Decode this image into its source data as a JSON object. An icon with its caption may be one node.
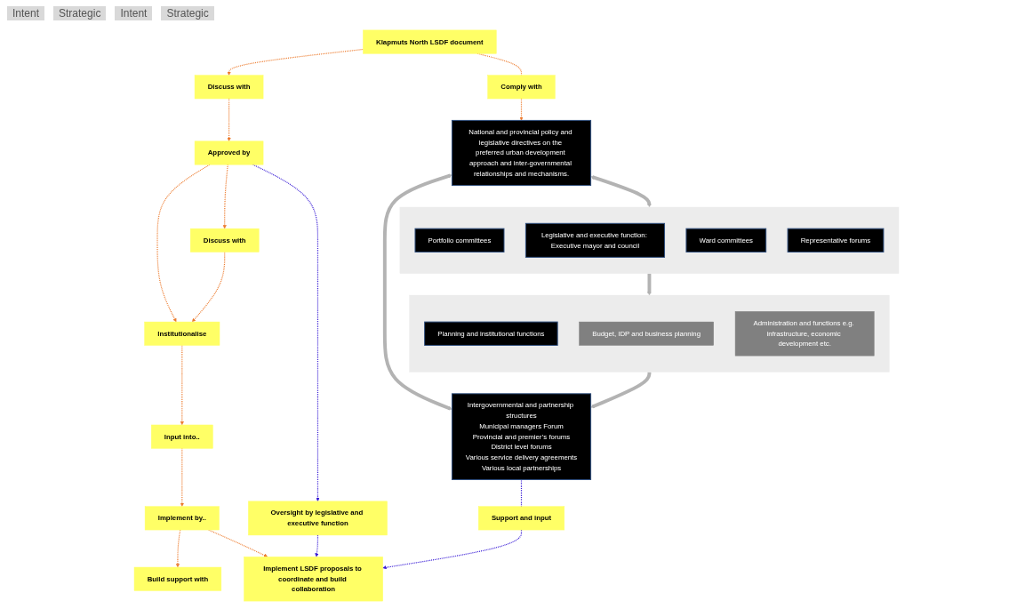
{
  "diagram": {
    "nodes": [
      {
        "text": [
          "National and provincial policy and legislative directives on the preferred urban development approach and inter-governmental relationships and mechanisms."
        ]
      },
      {
        "text": [
          "Klapmuts North LSDF document"
        ]
      },
      {
        "text": [
          "Comply with"
        ]
      },
      {
        "text": [
          "Discuss with"
        ]
      },
      {
        "text": [],
        "shape": "box"
      },
      {
        "text": [
          "Portfolio committees"
        ],
        "in": 4
      },
      {
        "text": [
          "Approved by"
        ]
      },
      {
        "text": [
          "Legislative and executive function: Executive mayor and council"
        ],
        "in": 4
      },
      {
        "text": [
          "Discuss with"
        ]
      },
      {
        "text": [
          "Ward committees"
        ],
        "in": 4
      },
      {
        "text": [
          "Representative forums"
        ],
        "in": 4
      },
      {
        "text": [
          "Institutionalise"
        ]
      },
      {
        "text": [],
        "shape": "box"
      },
      {
        "text": [
          "Planning and institutional functions"
        ],
        "in": 12
      },
      {
        "text": [
          "Input into.."
        ]
      },
      {
        "text": [
          "Budget, IDP and business planning"
        ],
        "in": 12
      },
      {
        "text": [
          "Implement by.."
        ]
      },
      {
        "text": [
          "Administration and functions e.g. infrastructure, economic development etc."
        ],
        "in": 12
      },
      {
        "text": [
          "Build support with"
        ]
      },
      {
        "text": [
          "Intergovernmental and partnership structures",
          "Municipal managers Forum",
          "Provincial and premier’s forums",
          "District level forums",
          "Various service delivery agreements",
          "Various local partnerships"
        ]
      },
      {
        "text": [
          "Oversight by legislative and executive function"
        ]
      },
      {
        "text": [
          "Implement LSDF proposals to coordinate and build collaboration"
        ]
      },
      {
        "text": [
          "Support and input"
        ]
      }
    ],
    "edges": [
      {
        "from": 0,
        "to": 4,
        "arrow": "both",
        "style": "thick",
        "color": "#b3b3b3"
      },
      {
        "from": 0,
        "to": 19,
        "arrow": "both",
        "style": "thick",
        "color": "#b3b3b3"
      },
      {
        "from": 1,
        "to": 3,
        "arrow": "to",
        "style": "dashed"
      },
      {
        "from": 1,
        "to": 2,
        "arrow": "none",
        "style": "dashed"
      },
      {
        "from": 2,
        "to": 0,
        "arrow": "to",
        "style": "dashed"
      },
      {
        "from": 3,
        "to": 6,
        "arrow": "to",
        "style": "dashed"
      },
      {
        "from": 6,
        "to": 8,
        "arrow": "to",
        "style": "dashed"
      },
      {
        "from": 6,
        "to": 11,
        "arrow": "to",
        "style": "dashed"
      },
      {
        "from": 8,
        "to": 11,
        "arrow": "to",
        "style": "dashed"
      },
      {
        "from": 4,
        "to": 12,
        "arrow": "to",
        "style": "thick",
        "color": "#b3b3b3"
      },
      {
        "from": 11,
        "to": 14,
        "arrow": "to",
        "style": "dashed"
      },
      {
        "from": 14,
        "to": 16,
        "arrow": "to",
        "style": "dashed"
      },
      {
        "from": 16,
        "to": 18,
        "arrow": "to",
        "style": "dashed"
      },
      {
        "from": 12,
        "to": 19,
        "arrow": "to",
        "style": "thick",
        "color": "#b3b3b3"
      },
      {
        "from": 16,
        "to": 21,
        "arrow": "to",
        "style": "dashed"
      },
      {
        "from": 6,
        "to": 20,
        "arrow": "to",
        "style": "dashed",
        "color": "#3b1fd6"
      },
      {
        "from": 20,
        "to": 21,
        "arrow": "to",
        "style": "dashed",
        "color": "#3b1fd6"
      },
      {
        "from": 19,
        "to": 22,
        "arrow": "none",
        "style": "dashed",
        "color": "#3b1fd6"
      },
      {
        "from": 22,
        "to": 21,
        "arrow": "to",
        "style": "dashed",
        "color": "#3b1fd6"
      }
    ],
    "labels": [
      "Intent",
      "Strategic",
      "Intent",
      "Strategic"
    ]
  }
}
